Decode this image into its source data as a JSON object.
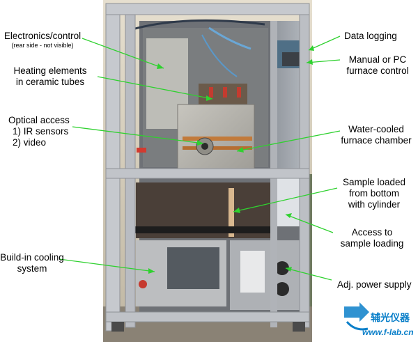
{
  "labels": {
    "electronics": "Electronics/control",
    "electronics_note": "(rear side - not visible)",
    "heating_1": "Heating elements",
    "heating_2": "in ceramic tubes",
    "optical_1": "Optical access",
    "optical_2": "1) IR sensors",
    "optical_3": "2) video",
    "cooling_1": "Build-in cooling",
    "cooling_2": "system",
    "data_logging": "Data logging",
    "manual_1": "Manual or PC",
    "manual_2": "furnace control",
    "water_1": "Water-cooled",
    "water_2": "furnace chamber",
    "sample_1": "Sample loaded",
    "sample_2": "from bottom",
    "sample_3": "with cylinder",
    "access_1": "Access to",
    "access_2": "sample loading",
    "power": "Adj. power supply"
  },
  "watermark": {
    "name": "辅光仪器",
    "url": "www.f-lab.cn"
  },
  "colors": {
    "pointer": "#2fd12f",
    "frame": "#b9bcc2",
    "panel": "#9ea3aa",
    "chamber": "#b5b3ad",
    "wall": "#d8d0bd",
    "watermark": "#0a7fc9"
  }
}
